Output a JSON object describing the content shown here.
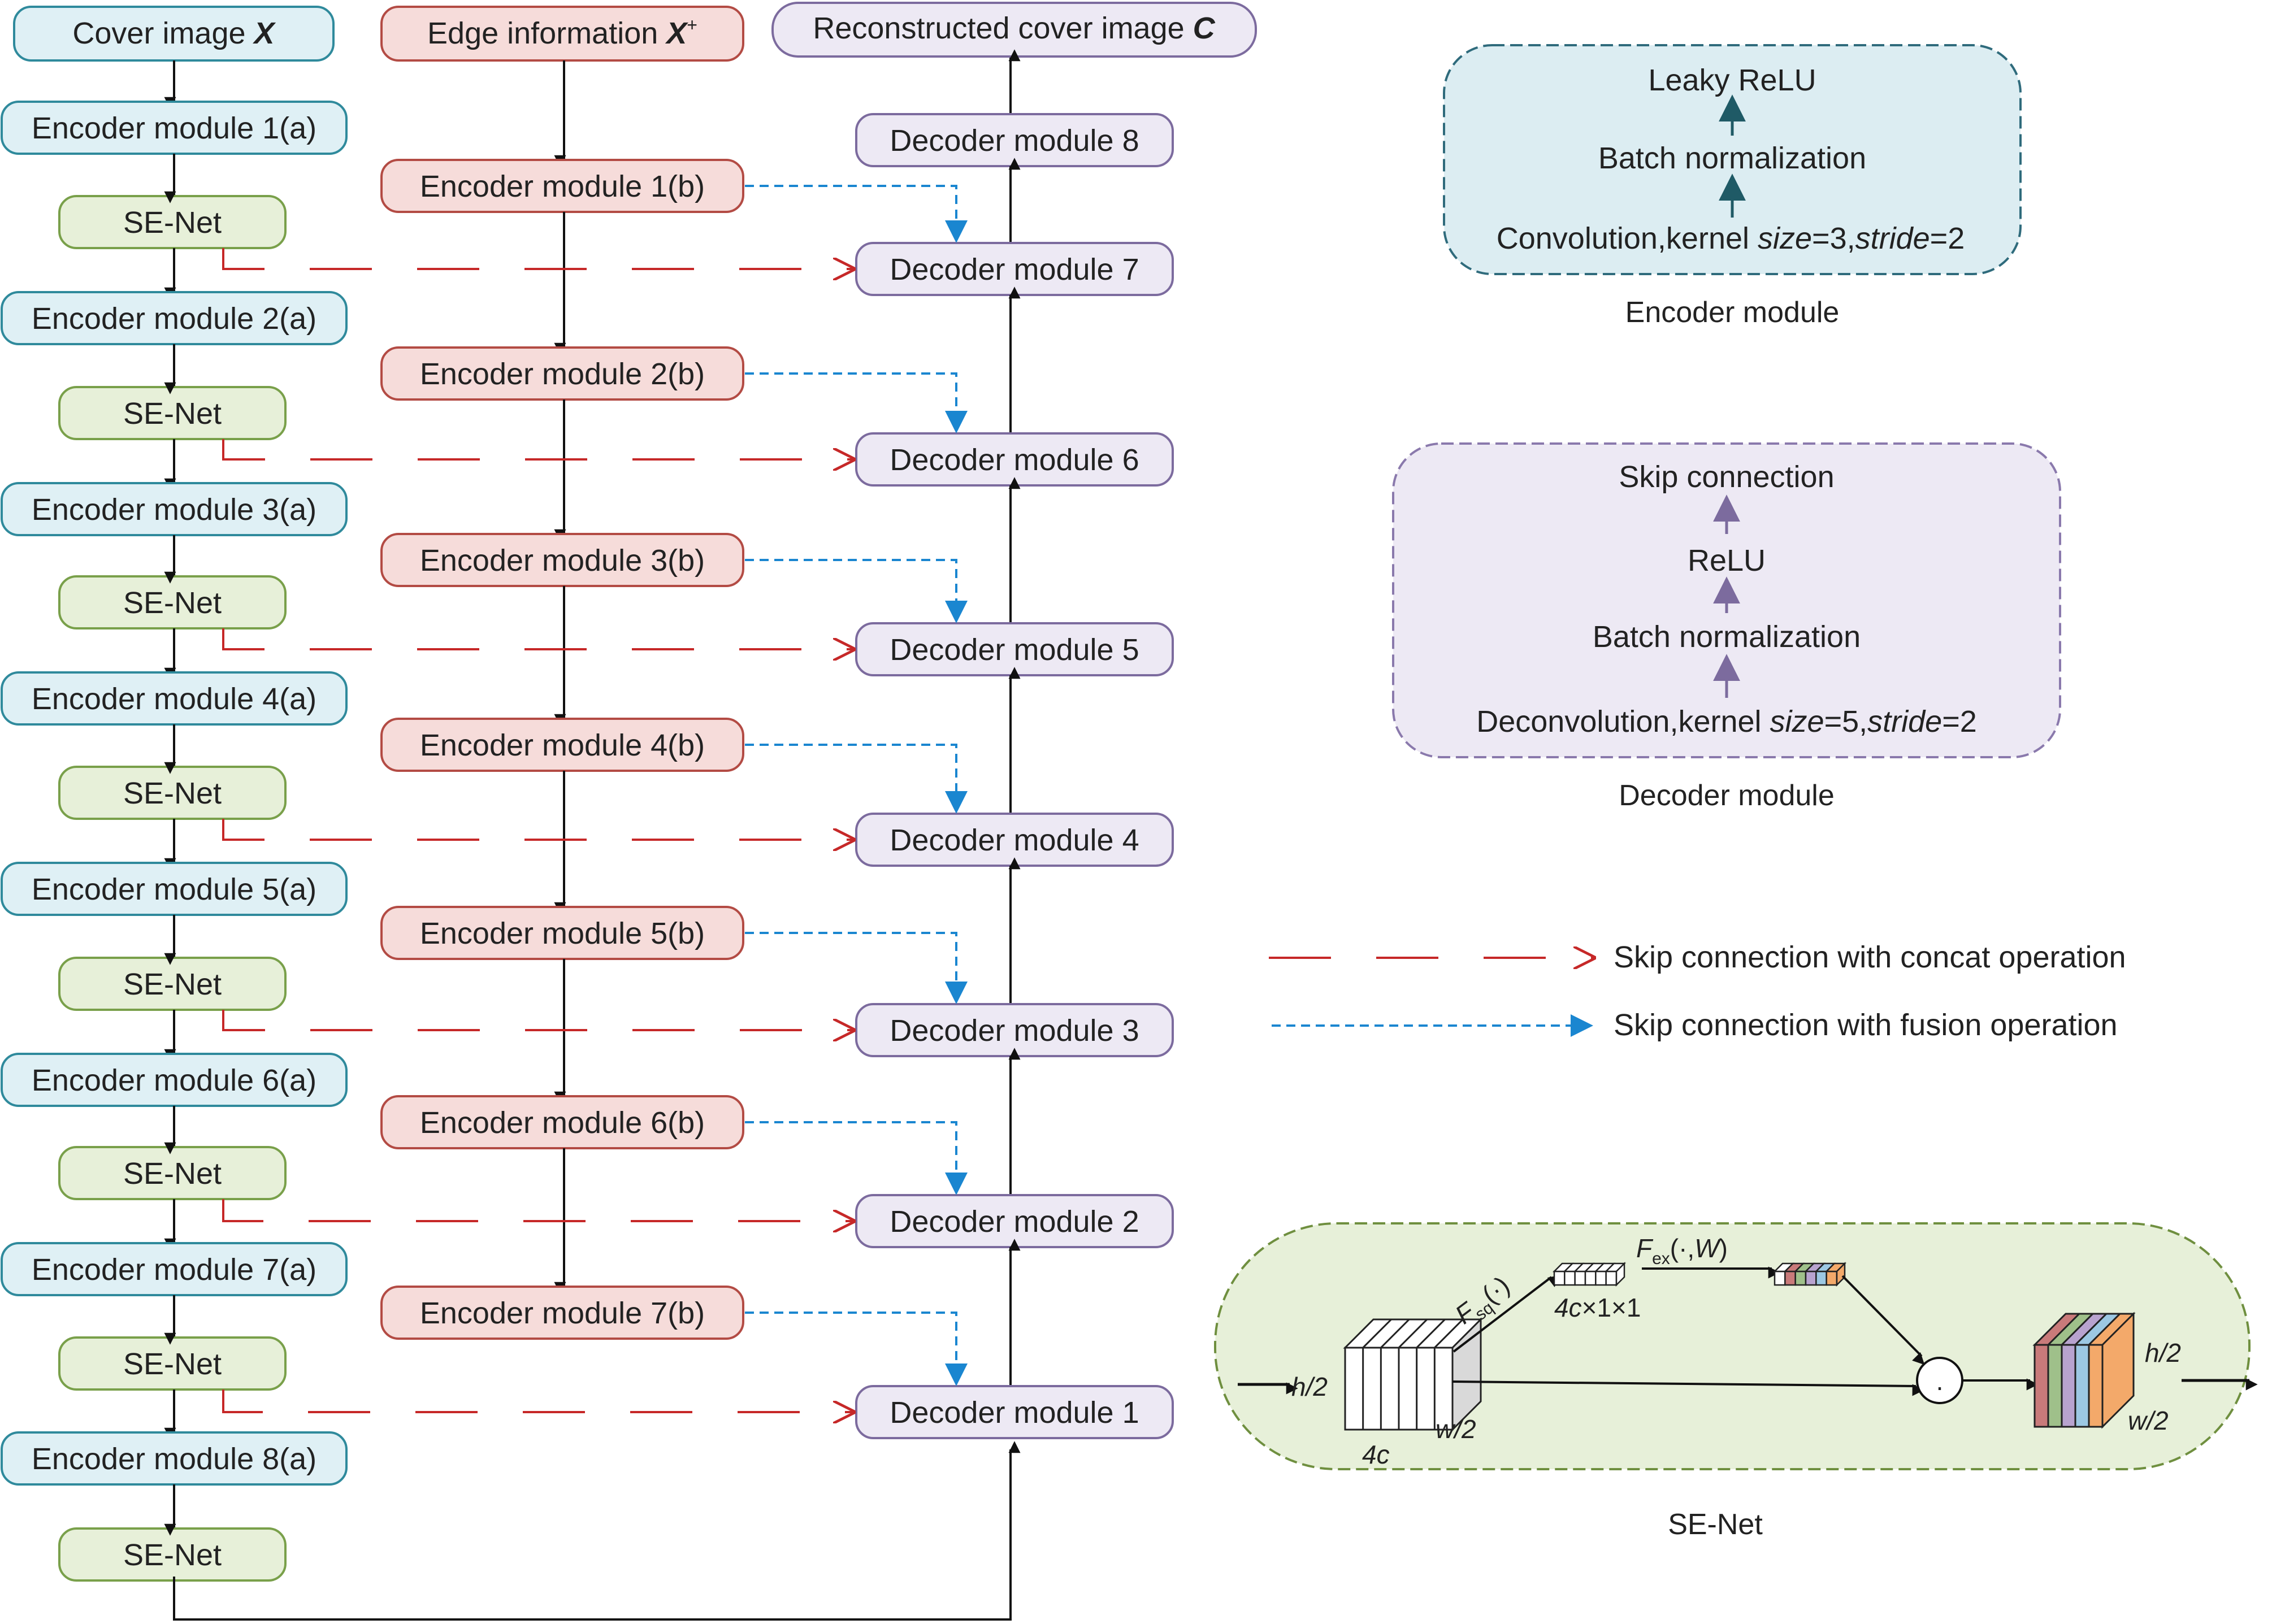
{
  "colors": {
    "cover_fill": "#dff0f5",
    "cover_stroke": "#2f8a9c",
    "edge_fill": "#f6dcda",
    "edge_stroke": "#b34b44",
    "dec_fill": "#ede9f4",
    "dec_stroke": "#7c6b9e",
    "se_fill": "#e7f0d9",
    "se_stroke": "#79a04a",
    "concat_line": "#c62828",
    "fusion_line": "#1a86d0",
    "enc_panel_fill": "#dcedf2",
    "enc_panel_stroke": "#2f6b7c",
    "enc_arrow": "#1f5a66",
    "dec_panel_fill": "#ede9f4",
    "dec_panel_stroke": "#8a79ac",
    "dec_arrow": "#7c6b9e",
    "se_panel_fill": "#e7f0d9",
    "se_panel_stroke": "#6f8f3f",
    "channel_colors": [
      "#c97a7a",
      "#9fc08a",
      "#b8a3cf",
      "#9cc8e3",
      "#f3a96a"
    ]
  },
  "top": {
    "cover_text": "Cover image ",
    "cover_var": "X",
    "edge_text": "Edge information ",
    "edge_var": "X",
    "edge_sup": "+",
    "recon_text": "Reconstructed cover image ",
    "recon_var": "C"
  },
  "left_column": {
    "encoders": [
      "Encoder module 1(a)",
      "Encoder module 2(a)",
      "Encoder module 3(a)",
      "Encoder module 4(a)",
      "Encoder module 5(a)",
      "Encoder module 6(a)",
      "Encoder module 7(a)",
      "Encoder module 8(a)"
    ],
    "se_label": "SE-Net"
  },
  "middle_column": {
    "encoders": [
      "Encoder module 1(b)",
      "Encoder module 2(b)",
      "Encoder module 3(b)",
      "Encoder module 4(b)",
      "Encoder module 5(b)",
      "Encoder module 6(b)",
      "Encoder module 7(b)"
    ]
  },
  "right_column": {
    "decoders_top_to_bottom": [
      "Decoder module 8",
      "Decoder module 7",
      "Decoder module 6",
      "Decoder module 5",
      "Decoder module 4",
      "Decoder module 3",
      "Decoder module 2",
      "Decoder module 1"
    ]
  },
  "encoder_panel": {
    "layers": [
      "Leaky ReLU",
      "Batch normalization"
    ],
    "conv_prefix": "Convolution,kernel ",
    "conv_size": "size",
    "conv_size_val": "=3,",
    "conv_stride": "stride",
    "conv_stride_val": "=2",
    "caption": "Encoder module"
  },
  "decoder_panel": {
    "layers": [
      "Skip connection",
      "ReLU",
      "Batch normalization"
    ],
    "deconv_prefix": "Deconvolution,kernel ",
    "deconv_size": "size",
    "deconv_size_val": "=5,",
    "deconv_stride": "stride",
    "deconv_stride_val": "=2",
    "caption": "Decoder module"
  },
  "legend": {
    "concat": "Skip connection with concat operation",
    "fusion": "Skip connection with fusion operation"
  },
  "senet_panel": {
    "caption": "SE-Net",
    "input_h": "h/2",
    "input_w": "w/2",
    "input_c": "4c",
    "fsq_main": "F",
    "fsq_sub": "sq",
    "fsq_arg": "(·)",
    "vec_c": "4c",
    "vec_dims": "×1×1",
    "fex_main": "F",
    "fex_sub": "ex",
    "fex_arg": "(·,",
    "fex_w": "W",
    "fex_close": ")",
    "mult_symbol": "·",
    "output_h": "h/2",
    "output_w": "w/2"
  }
}
